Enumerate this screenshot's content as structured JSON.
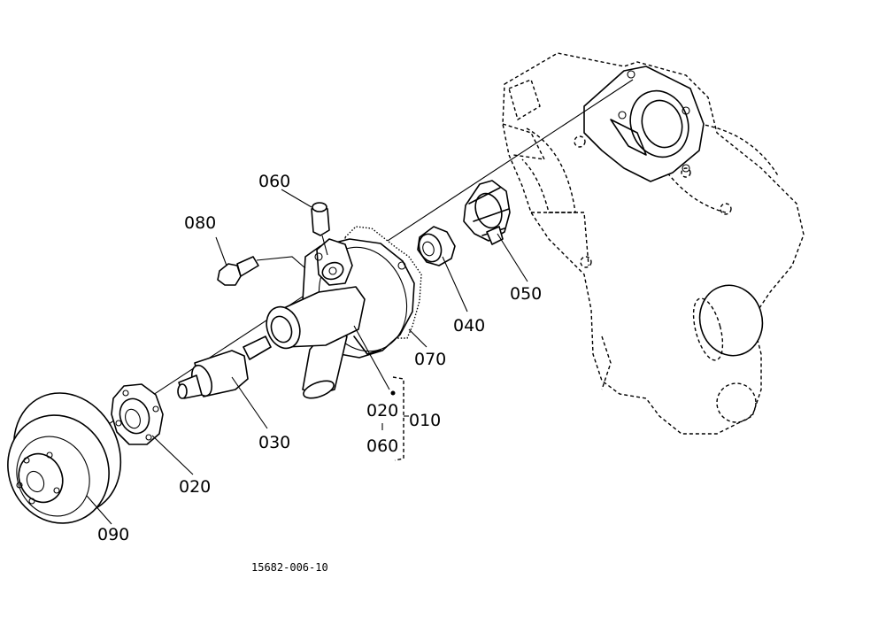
{
  "labels": {
    "p060_top": "060",
    "p080": "080",
    "p050": "050",
    "p040": "040",
    "p070": "070",
    "p020_assy": "020",
    "p010": "010",
    "p060_assy": "060",
    "p030": "030",
    "p020_flange": "020",
    "p090": "090"
  },
  "figure_number": "15682-006-10"
}
